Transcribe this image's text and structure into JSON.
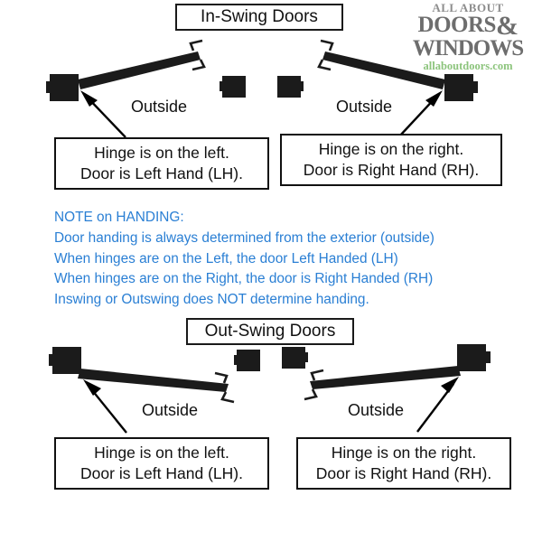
{
  "logo": {
    "line1": "ALL ABOUT",
    "line2": "DOORS",
    "ampersand": "&",
    "line3": "WINDOWS",
    "url": "allaboutdoors.com",
    "gray": "#6d6d6d",
    "green": "#8cc47c"
  },
  "sections": {
    "inswing_title": "In-Swing Doors",
    "outswing_title": "Out-Swing Doors"
  },
  "labels": {
    "outside": "Outside"
  },
  "captions": {
    "inswing_left_line1": "Hinge is on the left.",
    "inswing_left_line2": "Door is Left Hand (LH).",
    "inswing_right_line1": "Hinge is on the right.",
    "inswing_right_line2": "Door is Right Hand (RH).",
    "outswing_left_line1": "Hinge is on the left.",
    "outswing_left_line2": "Door is Left Hand (LH).",
    "outswing_right_line1": "Hinge is on the right.",
    "outswing_right_line2": "Door is Right Hand (RH)."
  },
  "note": {
    "color": "#2a7fd4",
    "heading": "NOTE on HANDING:",
    "line1": "Door handing is always determined from the exterior (outside)",
    "line2": "When hinges are on the Left, the door Left Handed (LH)",
    "line3": "When hinges are on the Right, the door is Right Handed (RH)",
    "line4": "Inswing or Outswing does NOT determine handing."
  },
  "diagram": {
    "door_color": "#1b1b1b",
    "jamb_color": "#1b1b1b",
    "arrow_color": "#000000"
  }
}
